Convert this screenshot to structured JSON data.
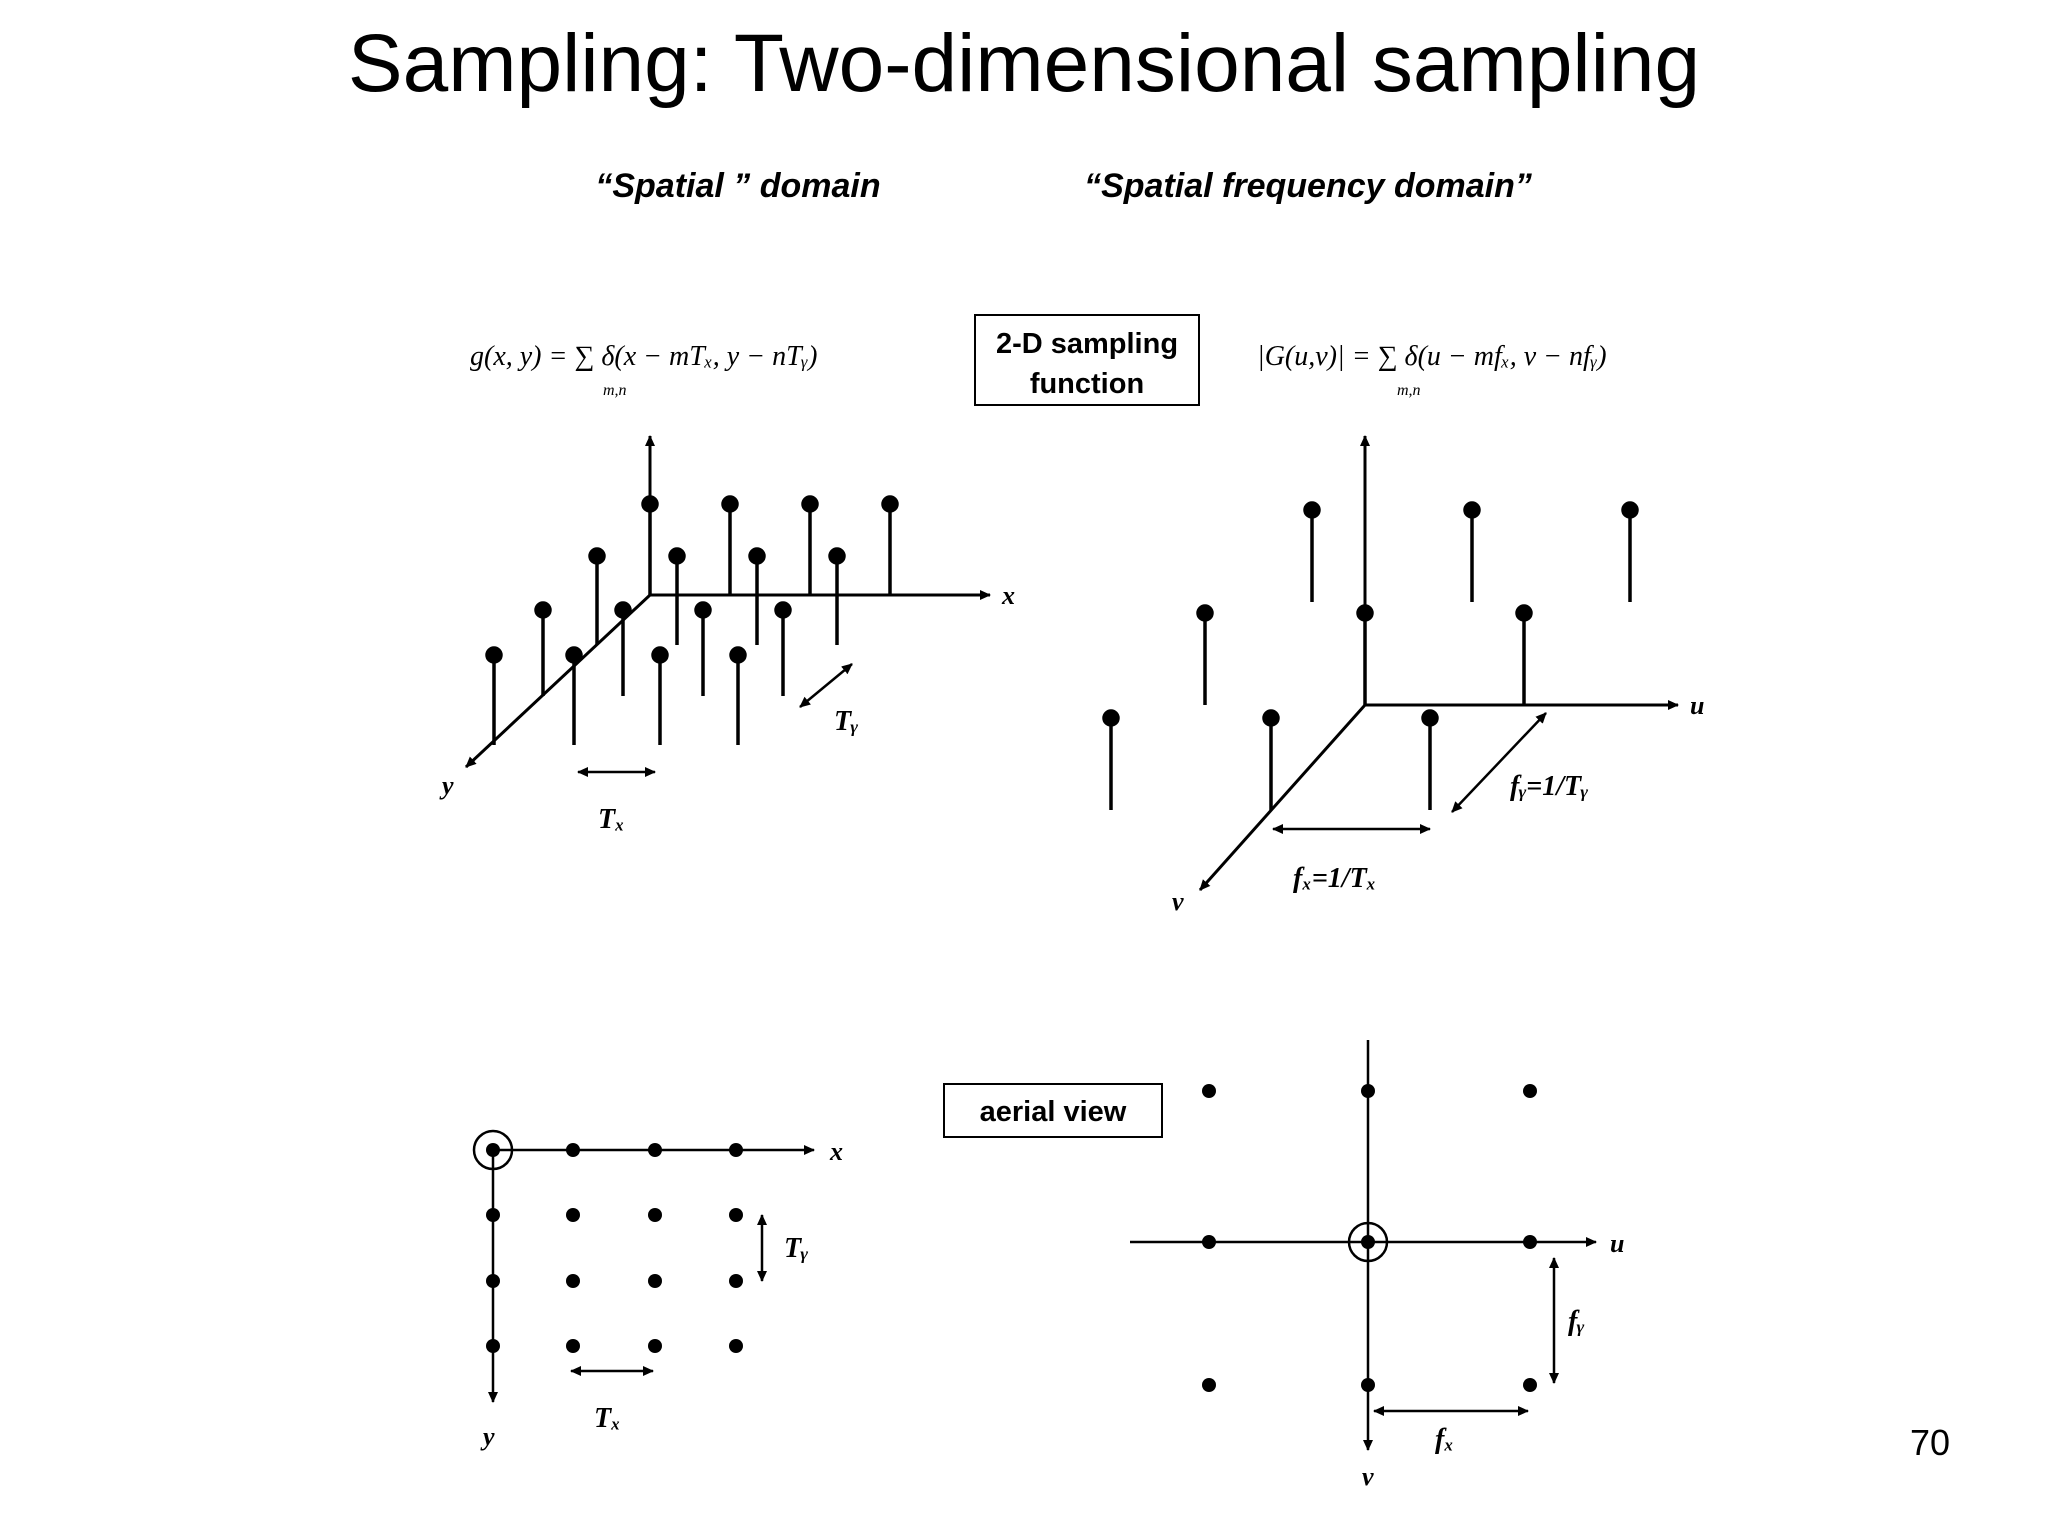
{
  "slide": {
    "title": "Sampling: Two-dimensional sampling",
    "page_number": "70"
  },
  "figure": {
    "spatial_heading": "“Spatial ” domain",
    "frequency_heading": "“Spatial frequency domain”",
    "sampling_function_label_line1": "2-D sampling",
    "sampling_function_label_line2": "function",
    "aerial_view_label": "aerial view",
    "spatial_equation": "g(x, y) = ∑ δ(x − mTₓ, y − nTᵧ)",
    "spatial_equation_subscript": "m,n",
    "frequency_equation": "|G(u,v)| = ∑ δ(u − mfₓ, v − nfᵧ)",
    "frequency_equation_subscript": "m,n",
    "axis_x": "x",
    "axis_y": "y",
    "axis_u": "u",
    "axis_v": "v",
    "label_Tx": "Tₓ",
    "label_Ty": "Tᵧ",
    "label_fx_eq": "fₓ=1/Tₓ",
    "label_fy_eq": "fᵧ=1/Tᵧ",
    "label_fx": "fₓ",
    "label_fy": "fᵧ"
  }
}
